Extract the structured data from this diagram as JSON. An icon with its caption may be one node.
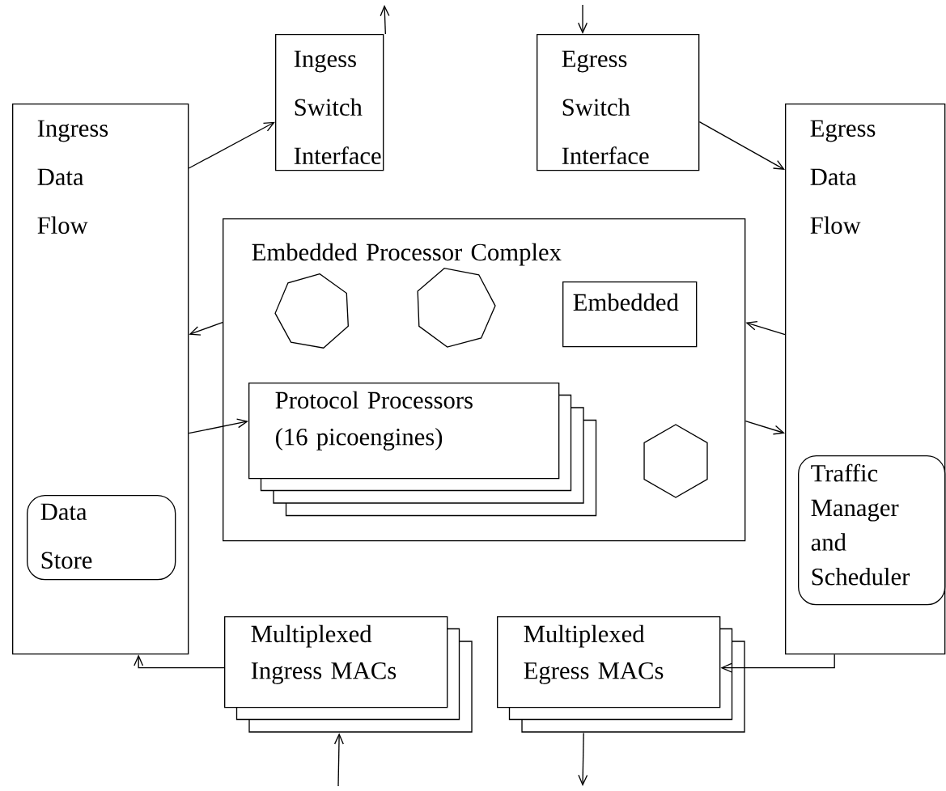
{
  "diagram": {
    "nodes": [
      {
        "text": [
          "Ingress Data Flow"
        ]
      },
      {
        "text": [
          "Data Store"
        ],
        "in": 0
      },
      {
        "text": [
          "Ingess Switch Interface"
        ]
      },
      {
        "text": [
          "Egress Switch Interface"
        ]
      },
      {
        "text": [
          "Egress Data Flow"
        ]
      },
      {
        "text": [
          "Traffic Manager and Scheduler"
        ],
        "in": 4
      },
      {
        "text": [
          "Embedded Processor Complex"
        ]
      },
      {
        "text": [],
        "shape": "heptagon",
        "in": 6
      },
      {
        "text": [],
        "shape": "heptagon",
        "in": 6
      },
      {
        "text": [
          "Embedded"
        ],
        "in": 6
      },
      {
        "text": [
          "Protocol Processors (16 picoengines)"
        ],
        "in": 6
      },
      {
        "text": [],
        "shape": "hexagon",
        "in": 6
      },
      {
        "text": [
          "Multiplexed Ingress MACs"
        ]
      },
      {
        "text": [
          "Multiplexed Egress MACs"
        ]
      }
    ],
    "edges": [
      {
        "from": 0,
        "to": 2,
        "arrow": "to"
      },
      {
        "from": 2,
        "to": null,
        "arrow": "to"
      },
      {
        "from": null,
        "to": 3,
        "arrow": "to"
      },
      {
        "from": 3,
        "to": 4,
        "arrow": "to"
      },
      {
        "from": 6,
        "to": 0,
        "arrow": "to"
      },
      {
        "from": 0,
        "to": 10,
        "arrow": "to"
      },
      {
        "from": 4,
        "to": 6,
        "arrow": "to"
      },
      {
        "from": 6,
        "to": 4,
        "arrow": "to"
      },
      {
        "from": 12,
        "to": 0,
        "arrow": "to"
      },
      {
        "from": 4,
        "to": 13,
        "arrow": "to"
      },
      {
        "from": null,
        "to": 12,
        "arrow": "to"
      },
      {
        "from": 13,
        "to": null,
        "arrow": "to"
      }
    ]
  }
}
